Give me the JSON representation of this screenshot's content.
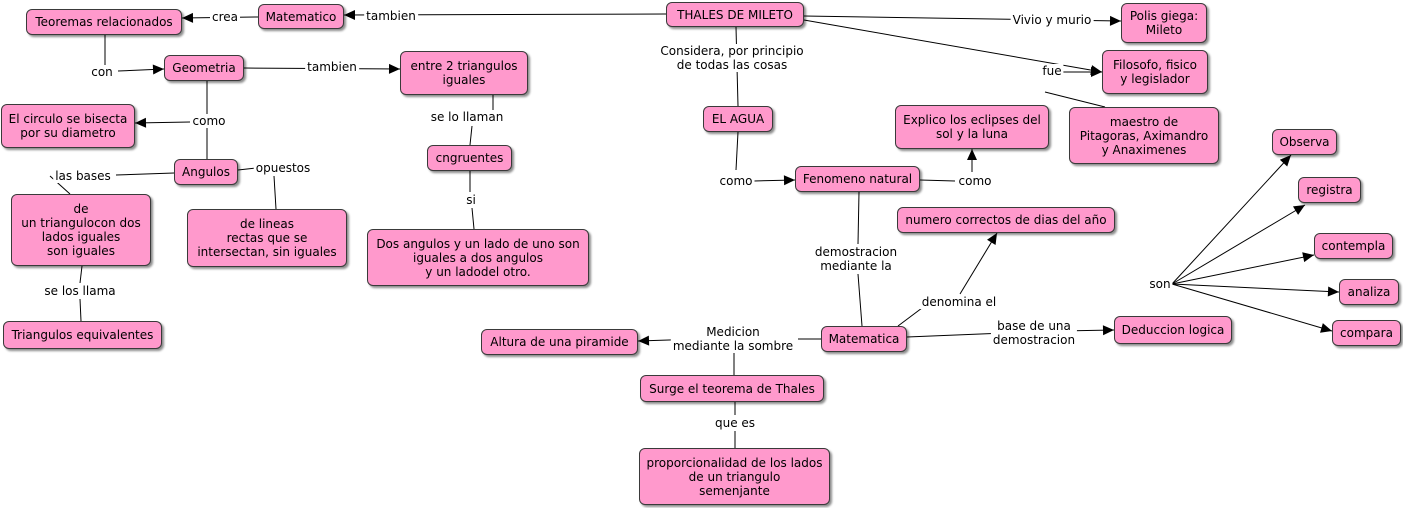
{
  "colors": {
    "node_fill": "#ff99cc",
    "node_border": "#3a3a3a",
    "line": "#000000"
  },
  "nodes": {
    "thales": "THALES DE MILETO",
    "matematico": "Matematico",
    "teoremas": "Teoremas relacionados",
    "polis": "Polis giega:\nMileto",
    "filosofo": "Filosofo, fisico\ny legislador",
    "maestro": "maestro de\nPitagoras, Aximandro\ny Anaximenes",
    "geometria": "Geometria",
    "entre2": "entre 2 triangulos\niguales",
    "circulo": "El circulo se bisecta\npor su diametro",
    "angulos": "Angulos",
    "cngruentes": "cngruentes",
    "base_iguales": "de\nun triangulocon dos\nlados iguales\nson iguales",
    "lineas": "de lineas\nrectas que se\nintersectan, sin iguales",
    "dos_angulos": "Dos angulos y un lado de uno son\niguales a dos angulos\ny un ladodel otro.",
    "equivalentes": "Triangulos equivalentes",
    "agua": "EL AGUA",
    "fenomeno": "Fenomeno natural",
    "eclipses": "Explico los eclipses del\nsol y la luna",
    "dias": "numero correctos de dias del año",
    "matematica": "Matematica",
    "piramide": "Altura de una piramide",
    "teorema": "Surge el teorema de Thales",
    "proporcionalidad": "proporcionalidad de los lados\nde  un triangulo\nsemenjante",
    "deduccion": "Deduccion logica",
    "observa": "Observa",
    "registra": "registra",
    "contempla": "contempla",
    "analiza": "analiza",
    "compara": "compara"
  },
  "labels": {
    "tambien_1": "tambien",
    "crea": "crea",
    "vivio": "Vivio y murio",
    "fue": "fue",
    "considera": "Considera, por principio\nde todas las cosas",
    "con": "con",
    "tambien_2": "tambien",
    "como_1": "como",
    "las_bases": "las bases",
    "opuestos": "opuestos",
    "se_los_llama": "se los llama",
    "se_lo_llaman": "se lo llaman",
    "si": "si",
    "como_2": "como",
    "como_3": "como",
    "demostracion": "demostracion\nmediante la",
    "denomina": "denomina el",
    "medicion": "Medicion\nmediante la sombre",
    "que_es": "que es",
    "base_de": "base de una\ndemostracion",
    "son": "son"
  }
}
